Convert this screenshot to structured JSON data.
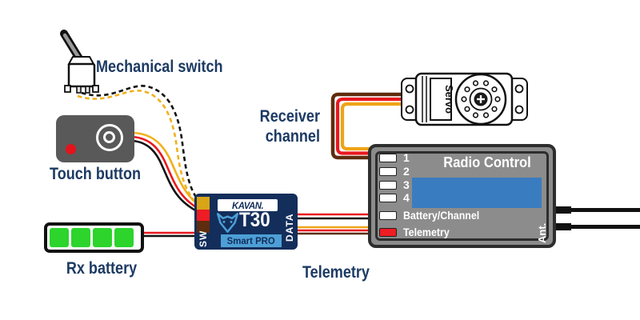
{
  "labels": {
    "mechanical_switch": "Mechanical switch",
    "touch_button": "Touch button",
    "rx_battery": "Rx battery",
    "receiver_channel_line1": "Receiver",
    "receiver_channel_line2": "channel",
    "telemetry": "Telemetry"
  },
  "t30_module": {
    "brand_logo": "KAVAN.",
    "model": "T30",
    "series": "Smart PRO",
    "port_left": "SW",
    "port_right": "DATA",
    "connector_colors": [
      "#d8a517",
      "#ee1c23",
      "#5e2c0e"
    ]
  },
  "receiver": {
    "title": "Radio Control",
    "channels": [
      "1",
      "2",
      "3",
      "4"
    ],
    "battery_channel_label": "Battery/Channel",
    "telemetry_label": "Telemetry",
    "antenna_label": "Ant.",
    "telemetry_slot_color": "#ee1c23"
  },
  "servo": {
    "label": "Servo"
  },
  "battery": {
    "label": "Rx battery",
    "cells": 4
  },
  "colors": {
    "label_text": "#1c3a63",
    "module_navy": "#132e5b",
    "module_lightblue": "#4d9fd6",
    "receiver_gray": "#8c8c8c",
    "screen_blue": "#3a7cc0",
    "battery_green": "#2cd42c",
    "wire_red": "#e8191f",
    "wire_yellow": "#f0b11c",
    "wire_orange": "#eea417",
    "wire_brown": "#5e2c0e",
    "wire_black": "#111111"
  }
}
